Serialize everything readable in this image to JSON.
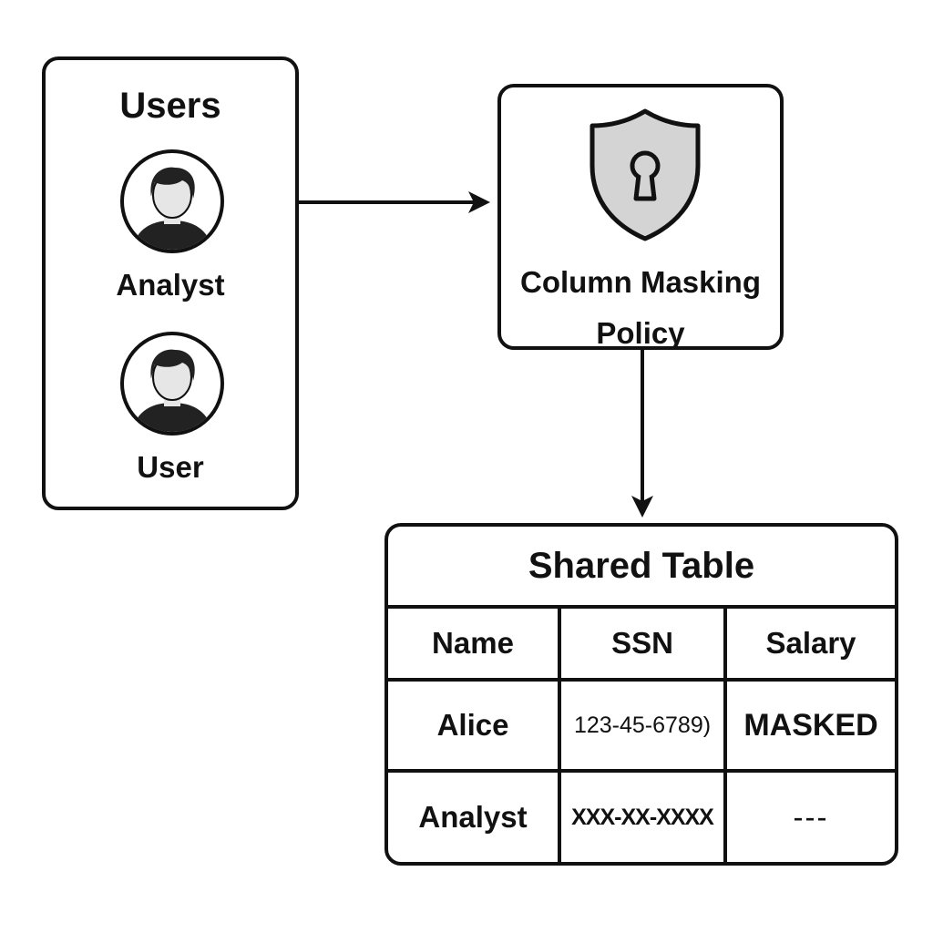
{
  "users": {
    "title": "Users",
    "items": [
      {
        "label": "Analyst"
      },
      {
        "label": "User"
      }
    ]
  },
  "policy": {
    "line1": "Column Masking",
    "line2": "Policy"
  },
  "table": {
    "title": "Shared Table",
    "headers": [
      "Name",
      "SSN",
      "Salary"
    ],
    "rows": [
      [
        "Alice",
        "123-45-6789)",
        "MASKED"
      ],
      [
        "Analyst",
        "XXX-XX-XXXX",
        "---"
      ]
    ]
  },
  "colors": {
    "stroke": "#111111",
    "shield_fill": "#d4d4d4",
    "avatar_face": "#e6e6e6",
    "background": "#ffffff"
  },
  "icons": [
    "user-avatar-icon",
    "shield-lock-icon"
  ]
}
